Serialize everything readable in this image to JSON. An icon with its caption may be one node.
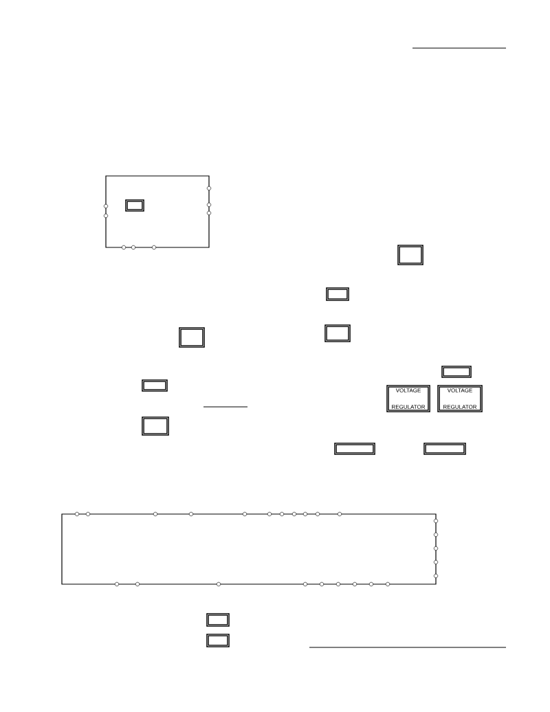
{
  "diagram": {
    "nodes": [
      {
        "text": [],
        "shape": "box"
      },
      {
        "text": [],
        "shape": "box"
      },
      {
        "text": [],
        "shape": "box"
      },
      {
        "text": [],
        "shape": "box"
      },
      {
        "text": [],
        "shape": "box"
      },
      {
        "text": [],
        "shape": "box"
      },
      {
        "text": [],
        "shape": "box"
      },
      {
        "text": [],
        "shape": "box"
      },
      {
        "text": [
          "VOLTAGE REGULATOR"
        ]
      },
      {
        "text": [
          "VOLTAGE REGULATOR"
        ]
      },
      {
        "text": [],
        "shape": "box"
      },
      {
        "text": [],
        "shape": "box"
      },
      {
        "text": [],
        "shape": "box"
      },
      {
        "text": [],
        "shape": "box"
      }
    ]
  }
}
